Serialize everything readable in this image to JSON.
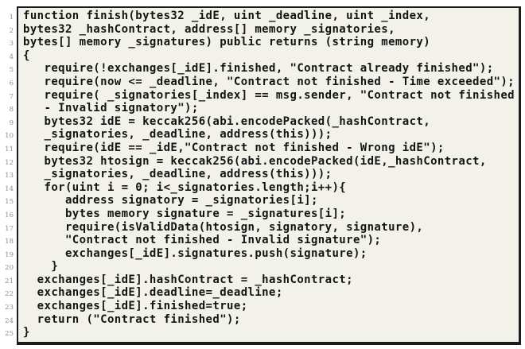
{
  "colors": {
    "page-bg": "#ffffff",
    "frame-bg": "#f2f1ea",
    "frame-border": "#1c1c1c",
    "line-number": "#8d8d8d",
    "code-text": "#141414"
  },
  "listing": {
    "lines": [
      "function finish(bytes32 _idE, uint _deadline, uint _index,",
      "bytes32 _hashContract, address[] memory _signatories,",
      "bytes[] memory _signatures) public returns (string memory)",
      "{",
      "   require(!exchanges[_idE].finished, \"Contract already finished\");",
      "   require(now <= _deadline, \"Contract not finished - Time exceeded\");",
      "   require( _signatories[_index] == msg.sender, \"Contract not finished",
      "   - Invalid signatory\");",
      "   bytes32 idE = keccak256(abi.encodePacked(_hashContract,",
      "   _signatories, _deadline, address(this)));",
      "   require(idE == _idE,\"Contract not finished - Wrong idE\");",
      "   bytes32 htosign = keccak256(abi.encodePacked(idE,_hashContract,",
      "   _signatories, _deadline, address(this)));",
      "   for(uint i = 0; i<_signatories.length;i++){",
      "      address signatory = _signatories[i];",
      "      bytes memory signature = _signatures[i];",
      "      require(isValidData(htosign, signatory, signature),",
      "      \"Contract not finished - Invalid signature\");",
      "      exchanges[_idE].signatures.push(signature);",
      "    }",
      "  exchanges[_idE].hashContract = _hashContract;",
      "  exchanges[_idE].deadline=_deadline;",
      "  exchanges[_idE].finished=true;",
      "  return (\"Contract finished\");",
      "}"
    ]
  }
}
